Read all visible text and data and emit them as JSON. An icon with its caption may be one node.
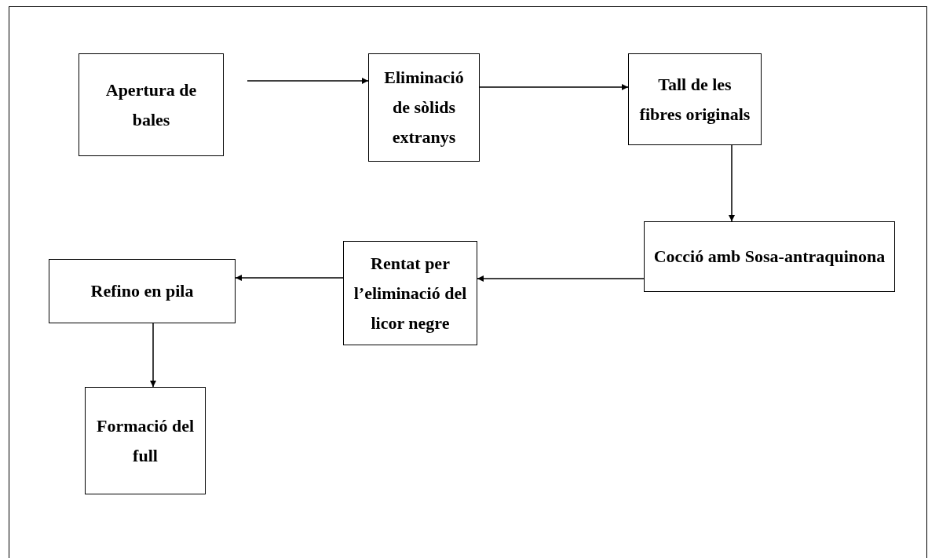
{
  "diagram": {
    "nodes": [
      {
        "text": [
          "Apertura de bales"
        ]
      },
      {
        "text": [
          "Eliminació de sòlids extranys"
        ]
      },
      {
        "text": [
          "Tall de les fibres originals"
        ]
      },
      {
        "text": [
          "Cocció amb Sosa-antraquinona"
        ]
      },
      {
        "text": [
          "Rentat per l’eliminació del licor negre"
        ]
      },
      {
        "text": [
          "Refino en pila"
        ]
      },
      {
        "text": [
          "Formació del full"
        ]
      }
    ],
    "edges": [
      {
        "from": 0,
        "to": 1,
        "arrow": "to"
      },
      {
        "from": 1,
        "to": 2,
        "arrow": "to"
      },
      {
        "from": 2,
        "to": 3,
        "arrow": "to"
      },
      {
        "from": 3,
        "to": 4,
        "arrow": "to"
      },
      {
        "from": 4,
        "to": 5,
        "arrow": "to"
      },
      {
        "from": 5,
        "to": 6,
        "arrow": "to"
      }
    ]
  }
}
